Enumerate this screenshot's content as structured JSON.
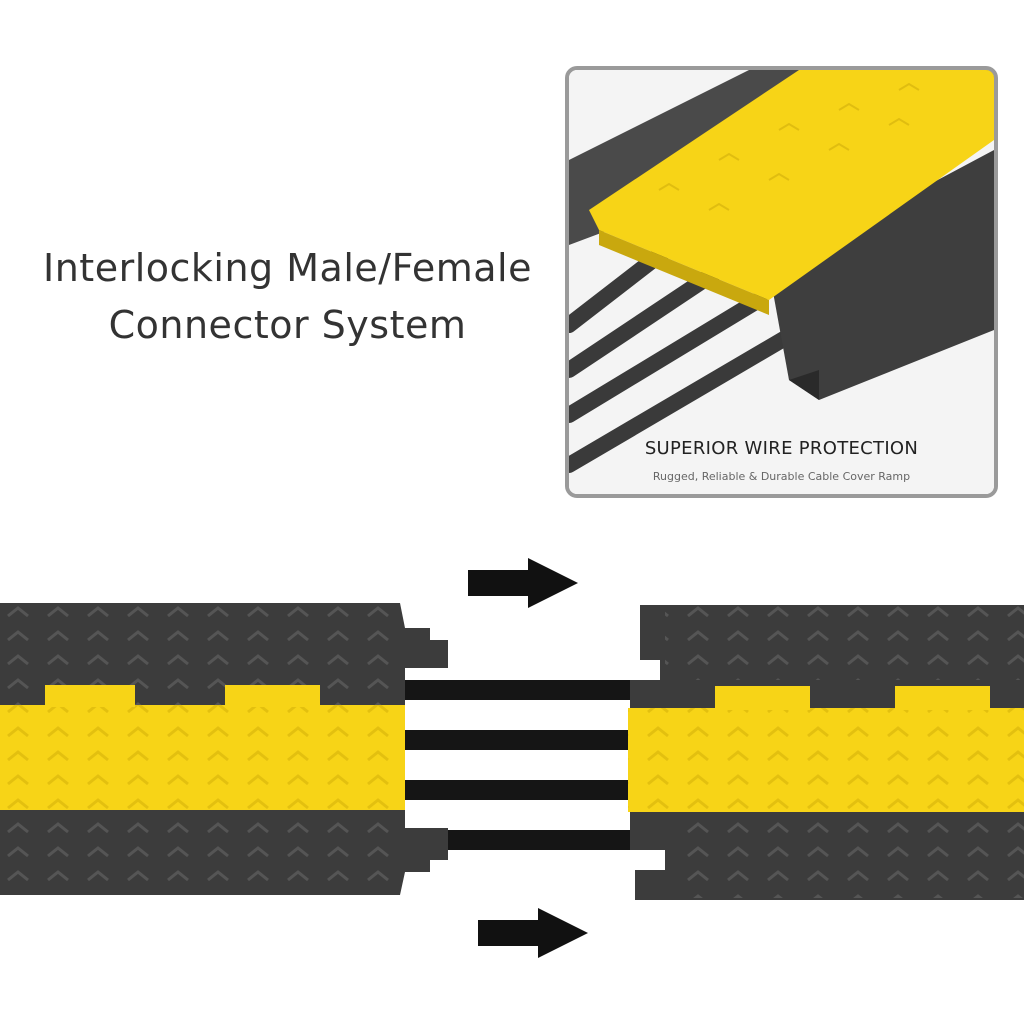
{
  "headline": {
    "line1": "Interlocking Male/Female",
    "line2": "Connector System"
  },
  "inset": {
    "title": "SUPERIOR WIRE PROTECTION",
    "subtitle": "Rugged, Reliable & Durable Cable Cover Ramp"
  },
  "colors": {
    "yellow": "#f7d417",
    "ramp": "#3c3c3c",
    "cable": "#1a1a1a",
    "text": "#333333"
  },
  "icons": [
    "arrow-right-icon",
    "arrow-right-icon"
  ]
}
